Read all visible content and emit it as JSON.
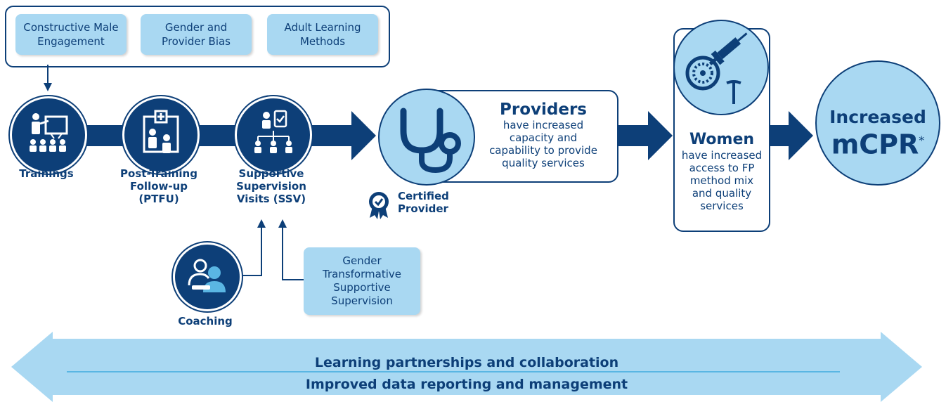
{
  "top_boxes": [
    {
      "label": "Constructive Male\nEngagement"
    },
    {
      "label": "Gender and\nProvider Bias"
    },
    {
      "label": "Adult Learning\nMethods"
    }
  ],
  "steps": [
    {
      "label": "Trainings"
    },
    {
      "label": "Post-Training\nFollow-up\n(PTFU)"
    },
    {
      "label": "Supportive\nSupervision\nVisits (SSV)"
    }
  ],
  "coaching": {
    "label": "Coaching"
  },
  "gts_box": {
    "label": "Gender\nTransformative\nSupportive\nSupervision"
  },
  "providers": {
    "title": "Providers",
    "body": "have increased\ncapacity and\ncapability to provide\nquality services"
  },
  "certified": {
    "label": "Certified\nProvider"
  },
  "women": {
    "title": "Women",
    "body": "have increased\naccess to FP\nmethod mix\nand quality\nservices"
  },
  "outcome": {
    "line1": "Increased",
    "line2": "mCPR",
    "mark": "*"
  },
  "bottom_arrow": {
    "line1": "Learning partnerships and collaboration",
    "line2": "Improved data reporting and management"
  },
  "colors": {
    "navy": "#0d3f78",
    "light_blue": "#a9d8f2",
    "mid_blue": "#7ec8ec"
  }
}
